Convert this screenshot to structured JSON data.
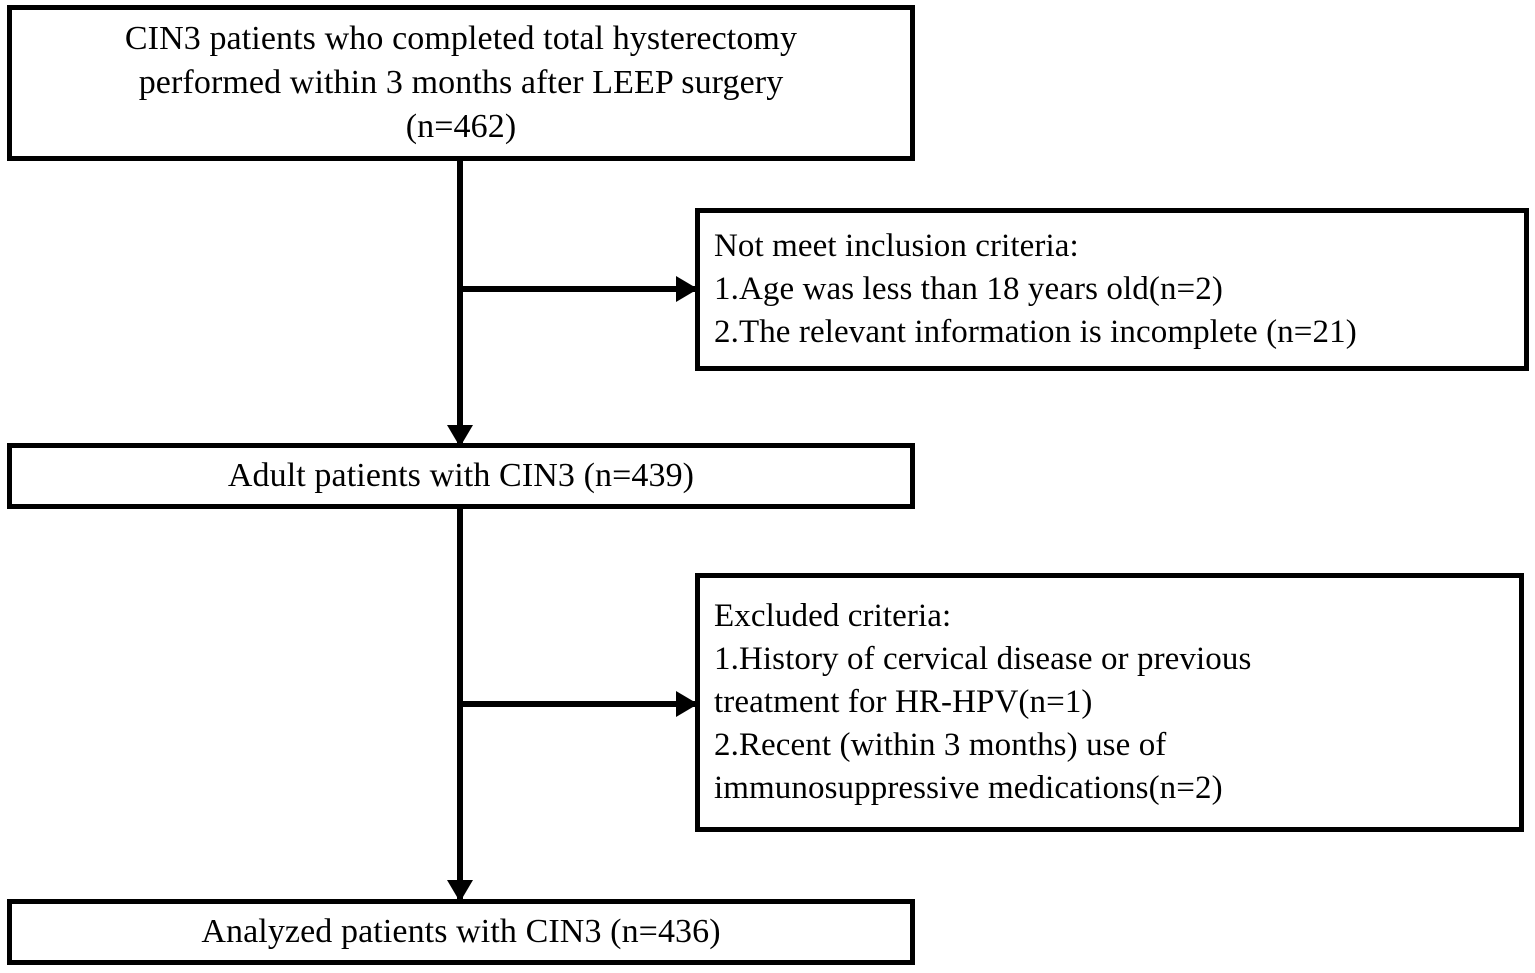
{
  "diagram": {
    "type": "study-flow-diagram",
    "title": "CIN3 patient selection flow",
    "line_color": "#000000",
    "background_color": "#ffffff",
    "nodes": {
      "enrolled": {
        "id": "enrolled",
        "label": "CIN3 patients who completed total hysterectomy\nperformed within 3 months after LEEP surgery\n(n=462)",
        "count": 462
      },
      "not_included": {
        "id": "not-included",
        "label": "Not meet inclusion criteria:\n1.Age was less than 18 years old(n=2)\n2.The relevant information is incomplete (n=21)",
        "heading": "Not meet inclusion criteria:",
        "reasons": [
          {
            "text": "1.Age was less than 18 years old(n=2)",
            "count": 2
          },
          {
            "text": "2.The relevant information is incomplete (n=21)",
            "count": 21
          }
        ]
      },
      "adult": {
        "id": "adult",
        "label": "Adult patients with CIN3 (n=439)",
        "count": 439
      },
      "excluded": {
        "id": "excluded",
        "label": "Excluded criteria:\n1.History of cervical disease or previous\ntreatment for HR-HPV(n=1)\n2.Recent (within 3 months) use of\nimmunosuppressive medications(n=2)",
        "heading": "Excluded criteria:",
        "reasons": [
          {
            "text": "1.History of cervical disease or previous treatment for HR-HPV(n=1)",
            "count": 1
          },
          {
            "text": "2.Recent (within 3 months) use of immunosuppressive medications(n=2)",
            "count": 2
          }
        ]
      },
      "analyzed": {
        "id": "analyzed",
        "label": "Analyzed patients with CIN3 (n=436)",
        "count": 436
      }
    },
    "edges": [
      {
        "from": "enrolled",
        "to": "adult",
        "style": "arrow-down"
      },
      {
        "from": "enrolled",
        "to": "not_included",
        "style": "arrow-right"
      },
      {
        "from": "adult",
        "to": "analyzed",
        "style": "arrow-down"
      },
      {
        "from": "adult",
        "to": "excluded",
        "style": "arrow-right"
      }
    ]
  }
}
